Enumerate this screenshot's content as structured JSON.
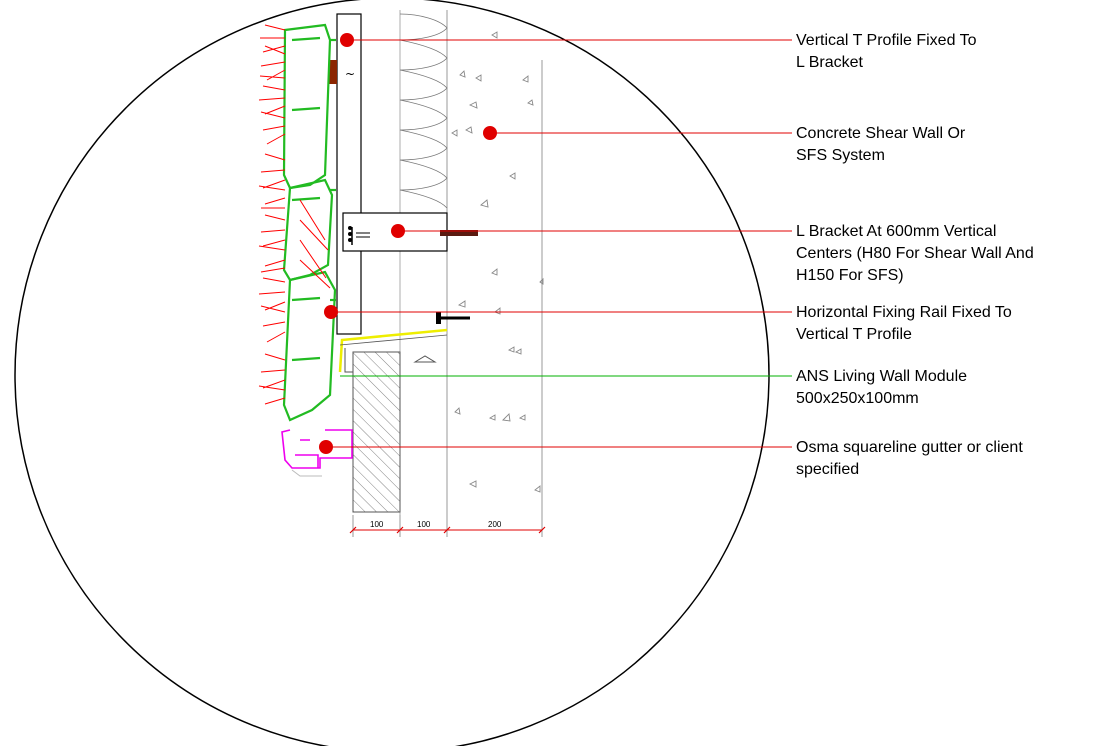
{
  "callouts": [
    {
      "id": "t-profile",
      "lines": [
        "Vertical T Profile Fixed To",
        "L Bracket"
      ],
      "color": "#e00000"
    },
    {
      "id": "concrete",
      "lines": [
        "Concrete Shear Wall Or",
        "SFS System"
      ],
      "color": "#e00000"
    },
    {
      "id": "bracket",
      "lines": [
        "L Bracket At 600mm Vertical",
        "Centers (H80 For Shear Wall And",
        "H150 For SFS)"
      ],
      "color": "#e00000"
    },
    {
      "id": "rail",
      "lines": [
        "Horizontal Fixing Rail Fixed To",
        "Vertical T Profile"
      ],
      "color": "#e00000"
    },
    {
      "id": "module",
      "lines": [
        "ANS Living Wall Module",
        "500x250x100mm"
      ],
      "color": "#00b000"
    },
    {
      "id": "gutter",
      "lines": [
        "Osma squareline gutter or client",
        "specified"
      ],
      "color": "#e00000"
    }
  ],
  "dimensions": [
    "100",
    "100",
    "200"
  ],
  "colors": {
    "leader": "#e00000",
    "module": "#22bb22",
    "gutter": "#ee00ee",
    "flashing": "#eeee00",
    "plants": "#ff0000"
  }
}
